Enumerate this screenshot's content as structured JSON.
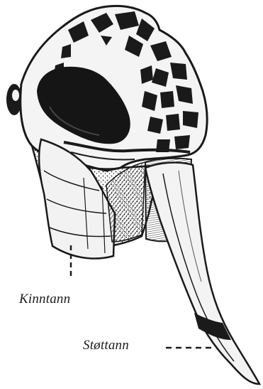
{
  "illustration": {
    "subject": "skull-cross-section-with-tusk",
    "colors": {
      "ink": "#1a1a1a",
      "paper": "#ffffff",
      "bone": "#f2f2f2",
      "shadow": "#777777"
    }
  },
  "labels": {
    "molar": "Kinntann",
    "tusk": "Støttann"
  }
}
